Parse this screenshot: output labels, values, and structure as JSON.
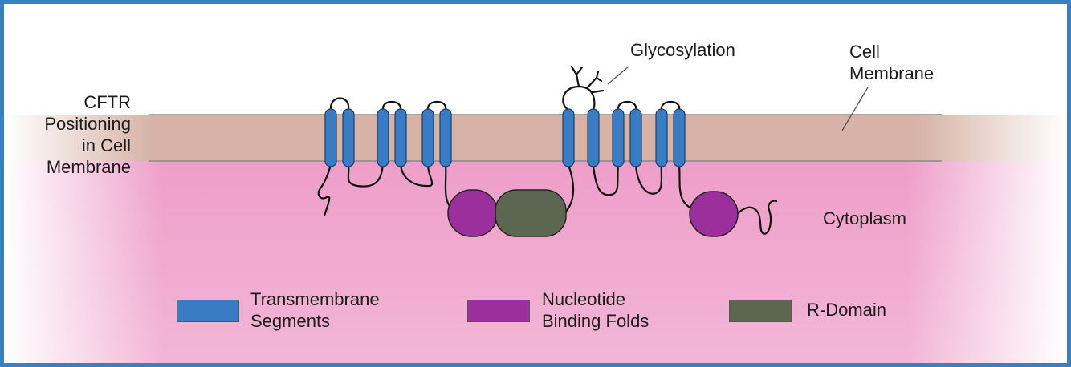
{
  "labels": {
    "title": "CFTR\nPositioning\nin Cell\nMembrane",
    "glycosylation": "Glycosylation",
    "cell_membrane": "Cell\nMembrane",
    "cytoplasm": "Cytoplasm"
  },
  "legend": [
    {
      "label": "Transmembrane\nSegments",
      "color": "#3a7cc4"
    },
    {
      "label": "Nucleotide\nBinding Folds",
      "color": "#9b2f9b"
    },
    {
      "label": "R-Domain",
      "color": "#5c6650"
    }
  ],
  "colors": {
    "frame": "#3a7fc0",
    "membrane": "#d6b3a6",
    "cytoplasm": "#ee9ec9",
    "transmembrane": "#3a7cc4",
    "nucleotide_binding_fold": "#9b2f9b",
    "r_domain": "#5c6650",
    "chain": "#111111"
  }
}
